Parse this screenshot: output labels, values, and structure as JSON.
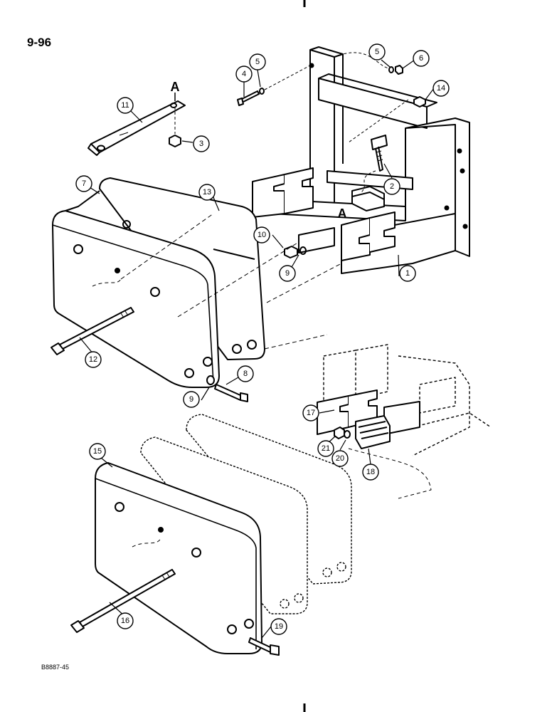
{
  "page": {
    "number": "9-96",
    "drawing_id": "B8887-45"
  },
  "callouts": [
    "1",
    "2",
    "3",
    "4",
    "5",
    "6",
    "7",
    "8",
    "9",
    "10",
    "11",
    "12",
    "13",
    "14",
    "15",
    "16",
    "17",
    "18",
    "19",
    "20",
    "21"
  ],
  "section_marks": [
    "A",
    "A"
  ]
}
